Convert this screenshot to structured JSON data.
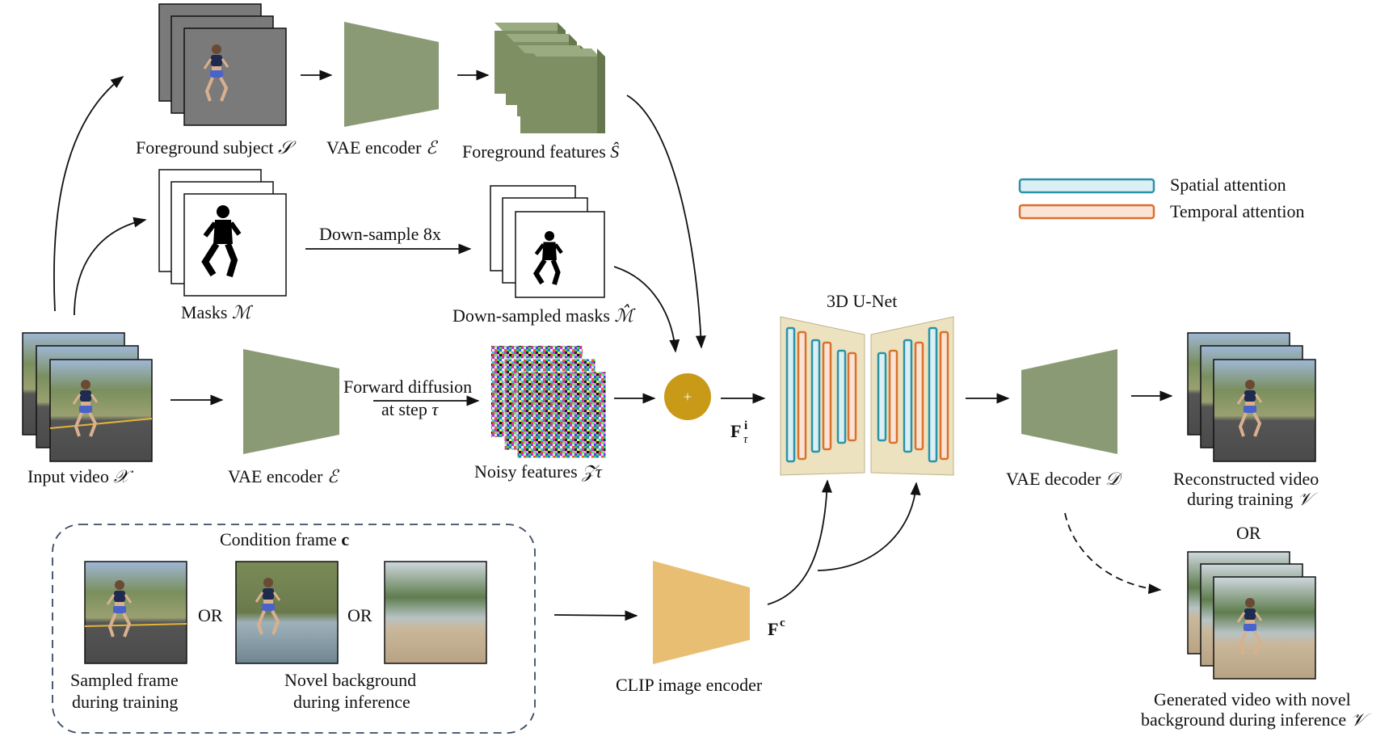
{
  "labels": {
    "foreground_subject": "Foreground subject",
    "foreground_subject_sym": "𝒮",
    "vae_encoder_top": "VAE encoder",
    "vae_encoder_top_sym": "ℰ",
    "foreground_features": "Foreground features",
    "foreground_features_sym": "Ŝ",
    "masks": "Masks",
    "masks_sym": "ℳ",
    "down_sample": "Down-sample 8x",
    "down_sampled_masks": "Down-sampled masks",
    "down_sampled_masks_sym": "ℳ̂",
    "input_video": "Input video",
    "input_video_sym": "𝒳",
    "vae_encoder_mid": "VAE encoder",
    "vae_encoder_mid_sym": "ℰ",
    "forward_diffusion_1": "Forward diffusion",
    "forward_diffusion_2": "at step",
    "forward_diffusion_sym": "τ",
    "noisy_features": "Noisy features",
    "noisy_features_sym": "𝒵τ",
    "plus": "+",
    "f_tau_main": "F",
    "f_tau_sup": "i",
    "f_tau_sub": "τ",
    "unet": "3D U-Net",
    "vae_decoder": "VAE decoder",
    "vae_decoder_sym": "𝒟",
    "reconstructed_1": "Reconstructed video",
    "reconstructed_2": "during training",
    "reconstructed_sym": "𝒱",
    "or_right": "OR",
    "generated_1": "Generated video with novel",
    "generated_2": "background during inference",
    "generated_sym": "𝒱",
    "condition_frame": "Condition frame",
    "condition_frame_sym": "c",
    "or_1": "OR",
    "or_2": "OR",
    "sampled_1": "Sampled frame",
    "sampled_2": "during training",
    "novel_1": "Novel background",
    "novel_2": "during inference",
    "clip_encoder": "CLIP image encoder",
    "f_c_main": "F",
    "f_c_sup": "c"
  },
  "legend": [
    {
      "label": "Spatial attention",
      "color": "#2a93a8",
      "fill": "#dbeff5"
    },
    {
      "label": "Temporal attention",
      "color": "#d9722c",
      "fill": "#fbe3d6"
    }
  ],
  "colors": {
    "encoder": "#8a9a74",
    "clip": "#e8bf72",
    "unet_block": "#ece2bf",
    "plus_node": "#c89a18",
    "features": "#7d8f63",
    "frame_gray": "#7a7a7a"
  },
  "icons": [
    "runner-photo",
    "mask-silhouette",
    "noise-texture",
    "beach-photo"
  ]
}
